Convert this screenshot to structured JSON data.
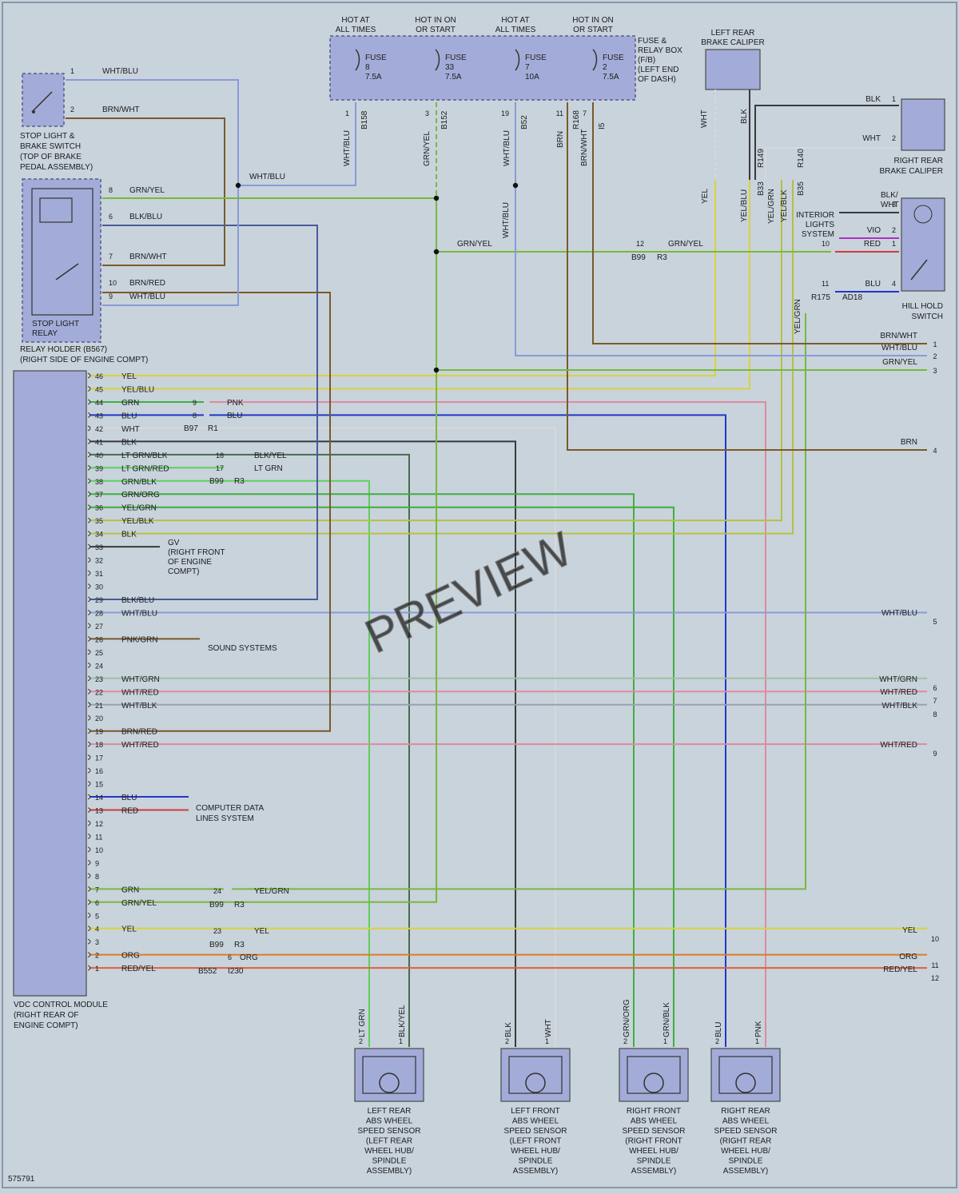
{
  "diagram_id": "575791",
  "watermark": "PREVIEW",
  "fuse_box": {
    "label": "FUSE & RELAY BOX (F/B) (LEFT END OF DASH)",
    "hot_labels": [
      "HOT AT ALL TIMES",
      "HOT IN ON OR START",
      "HOT AT ALL TIMES",
      "HOT IN ON OR START"
    ],
    "fuses": [
      {
        "name": "FUSE 8",
        "rating": "7.5A",
        "pin": "1",
        "conn": "B158",
        "wire": "WHT/BLU"
      },
      {
        "name": "FUSE 33",
        "rating": "7.5A",
        "pin": "3",
        "conn": "B152",
        "wire": "GRN/YEL"
      },
      {
        "name": "FUSE 7",
        "rating": "10A",
        "pin": "19",
        "conn": "B52",
        "wire": "WHT/BLU"
      },
      {
        "name": "FUSE 2",
        "rating": "7.5A",
        "pin": "7",
        "conn": "I5",
        "wire": "BRN/WHT"
      }
    ],
    "extra_pin": {
      "pin": "11",
      "conn": "R168",
      "wire": "BRN"
    }
  },
  "components": {
    "stop_light_switch": "STOP LIGHT & BRAKE SWITCH (TOP OF BRAKE PEDAL ASSEMBLY)",
    "relay": "STOP LIGHT RELAY",
    "relay_holder": "RELAY HOLDER (B567) (RIGHT SIDE OF ENGINE COMPT)",
    "left_rear_caliper": "LEFT REAR BRAKE CALIPER",
    "right_rear_caliper": "RIGHT REAR BRAKE CALIPER",
    "interior_lights": "INTERIOR LIGHTS SYSTEM",
    "hill_hold": "HILL HOLD SWITCH",
    "vdc_module": "VDC CONTROL MODULE (RIGHT REAR OF ENGINE COMPT)",
    "gv": "GV (RIGHT FRONT OF ENGINE COMPT)",
    "sound": "SOUND SYSTEMS",
    "computer_data": "COMPUTER DATA LINES SYSTEM"
  },
  "sensors": [
    {
      "label": "LEFT REAR ABS WHEEL SPEED SENSOR (LEFT REAR WHEEL HUB/ SPINDLE ASSEMBLY)",
      "wires": [
        "LT GRN",
        "BLK/YEL"
      ]
    },
    {
      "label": "LEFT FRONT ABS WHEEL SPEED SENSOR (LEFT FRONT WHEEL HUB/ SPINDLE ASSEMBLY)",
      "wires": [
        "BLK",
        "WHT"
      ]
    },
    {
      "label": "RIGHT FRONT ABS WHEEL SPEED SENSOR (RIGHT FRONT WHEEL HUB/ SPINDLE ASSEMBLY)",
      "wires": [
        "GRN/ORG",
        "GRN/BLK"
      ]
    },
    {
      "label": "RIGHT REAR ABS WHEEL SPEED SENSOR (RIGHT REAR WHEEL HUB/ SPINDLE ASSEMBLY)",
      "wires": [
        "BLU",
        "PNK"
      ]
    }
  ],
  "vdc_pins": [
    {
      "pin": "46",
      "wire": "YEL"
    },
    {
      "pin": "45",
      "wire": "YEL/BLU"
    },
    {
      "pin": "44",
      "wire": "GRN"
    },
    {
      "pin": "43",
      "wire": "BLU"
    },
    {
      "pin": "42",
      "wire": "WHT"
    },
    {
      "pin": "41",
      "wire": "BLK"
    },
    {
      "pin": "40",
      "wire": "LT GRN/BLK"
    },
    {
      "pin": "39",
      "wire": "LT GRN/RED"
    },
    {
      "pin": "38",
      "wire": "GRN/BLK"
    },
    {
      "pin": "37",
      "wire": "GRN/ORG"
    },
    {
      "pin": "36",
      "wire": "YEL/GRN"
    },
    {
      "pin": "35",
      "wire": "YEL/BLK"
    },
    {
      "pin": "34",
      "wire": "BLK"
    },
    {
      "pin": "33",
      "wire": ""
    },
    {
      "pin": "32",
      "wire": ""
    },
    {
      "pin": "31",
      "wire": ""
    },
    {
      "pin": "30",
      "wire": ""
    },
    {
      "pin": "29",
      "wire": "BLK/BLU"
    },
    {
      "pin": "28",
      "wire": "WHT/BLU"
    },
    {
      "pin": "27",
      "wire": ""
    },
    {
      "pin": "26",
      "wire": "PNK/GRN"
    },
    {
      "pin": "25",
      "wire": ""
    },
    {
      "pin": "24",
      "wire": ""
    },
    {
      "pin": "23",
      "wire": "WHT/GRN"
    },
    {
      "pin": "22",
      "wire": "WHT/RED"
    },
    {
      "pin": "21",
      "wire": "WHT/BLK"
    },
    {
      "pin": "20",
      "wire": ""
    },
    {
      "pin": "19",
      "wire": "BRN/RED"
    },
    {
      "pin": "18",
      "wire": "WHT/RED"
    },
    {
      "pin": "17",
      "wire": ""
    },
    {
      "pin": "16",
      "wire": ""
    },
    {
      "pin": "15",
      "wire": ""
    },
    {
      "pin": "14",
      "wire": "BLU"
    },
    {
      "pin": "13",
      "wire": "RED"
    },
    {
      "pin": "12",
      "wire": ""
    },
    {
      "pin": "11",
      "wire": ""
    },
    {
      "pin": "10",
      "wire": ""
    },
    {
      "pin": "9",
      "wire": ""
    },
    {
      "pin": "8",
      "wire": ""
    },
    {
      "pin": "7",
      "wire": "GRN"
    },
    {
      "pin": "6",
      "wire": "GRN/YEL"
    },
    {
      "pin": "5",
      "wire": ""
    },
    {
      "pin": "4",
      "wire": "YEL"
    },
    {
      "pin": "3",
      "wire": ""
    },
    {
      "pin": "2",
      "wire": "ORG"
    },
    {
      "pin": "1",
      "wire": "RED/YEL"
    }
  ],
  "right_refs": [
    {
      "n": "1",
      "wire": "BRN/WHT"
    },
    {
      "n": "2",
      "wire": "WHT/BLU"
    },
    {
      "n": "3",
      "wire": "GRN/YEL"
    },
    {
      "n": "4",
      "wire": "BRN"
    },
    {
      "n": "5",
      "wire": "WHT/BLU"
    },
    {
      "n": "6",
      "wire": "WHT/GRN"
    },
    {
      "n": "7",
      "wire": "WHT/RED"
    },
    {
      "n": "8",
      "wire": "WHT/BLK"
    },
    {
      "n": "9",
      "wire": "WHT/RED"
    },
    {
      "n": "10",
      "wire": "YEL"
    },
    {
      "n": "11",
      "wire": "ORG"
    },
    {
      "n": "12",
      "wire": "RED/YEL"
    }
  ],
  "colors": {
    "yel": "#d9d33a",
    "grn": "#3fae3f",
    "ltgrn": "#5fcf5f",
    "blu": "#2236c8",
    "wht": "#d8d8d8",
    "blk": "#3a3a3a",
    "brn": "#7a5a2a",
    "red": "#d23a3a",
    "org": "#e07a28",
    "pnk": "#e08aa0",
    "vio": "#b030c0",
    "lblu": "#8a9ad8",
    "grnyel": "#7ab83a",
    "redyel": "#e0603a"
  }
}
